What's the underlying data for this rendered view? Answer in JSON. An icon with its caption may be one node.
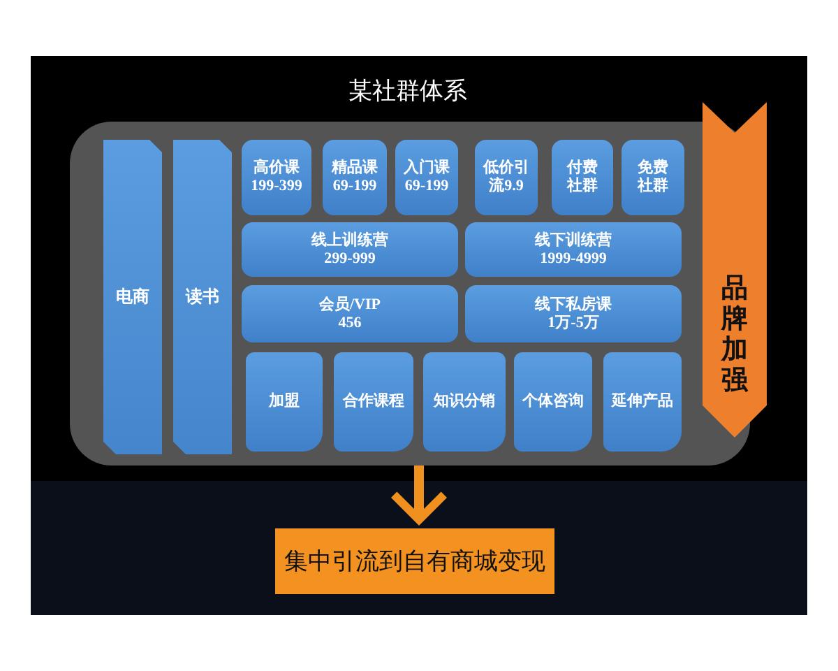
{
  "diagram": {
    "title": "某社群体系",
    "nodes": [
      {
        "text": [],
        "shape": "box"
      },
      {
        "text": [
          "电商"
        ],
        "in": 0
      },
      {
        "text": [
          "读书"
        ],
        "in": 0
      },
      {
        "text": [
          "高价课",
          "199-399"
        ],
        "in": 0
      },
      {
        "text": [
          "精品课",
          "69-199"
        ],
        "in": 0
      },
      {
        "text": [
          "入门课",
          "69-199"
        ],
        "in": 0
      },
      {
        "text": [
          "低价引流9.9"
        ],
        "in": 0
      },
      {
        "text": [
          "付费社群"
        ],
        "in": 0
      },
      {
        "text": [
          "免费社群"
        ],
        "in": 0
      },
      {
        "text": [
          "线上训练营",
          "299-999"
        ],
        "in": 0
      },
      {
        "text": [
          "线下训练营",
          "1999-4999"
        ],
        "in": 0
      },
      {
        "text": [
          "会员/VIP",
          "456"
        ],
        "in": 0
      },
      {
        "text": [
          "线下私房课",
          "1万-5万"
        ],
        "in": 0
      },
      {
        "text": [
          "加盟"
        ],
        "in": 0
      },
      {
        "text": [
          "合作课程"
        ],
        "in": 0
      },
      {
        "text": [
          "知识分销"
        ],
        "in": 0
      },
      {
        "text": [
          "个体咨询"
        ],
        "in": 0
      },
      {
        "text": [
          "延伸产品"
        ],
        "in": 0
      },
      {
        "text": [
          "品牌加强"
        ]
      },
      {
        "text": [
          "集中引流到自有商城变现"
        ]
      }
    ],
    "edges": [
      {
        "from": 0,
        "to": 19,
        "arrow": "to",
        "color": "#f0901e"
      }
    ]
  }
}
